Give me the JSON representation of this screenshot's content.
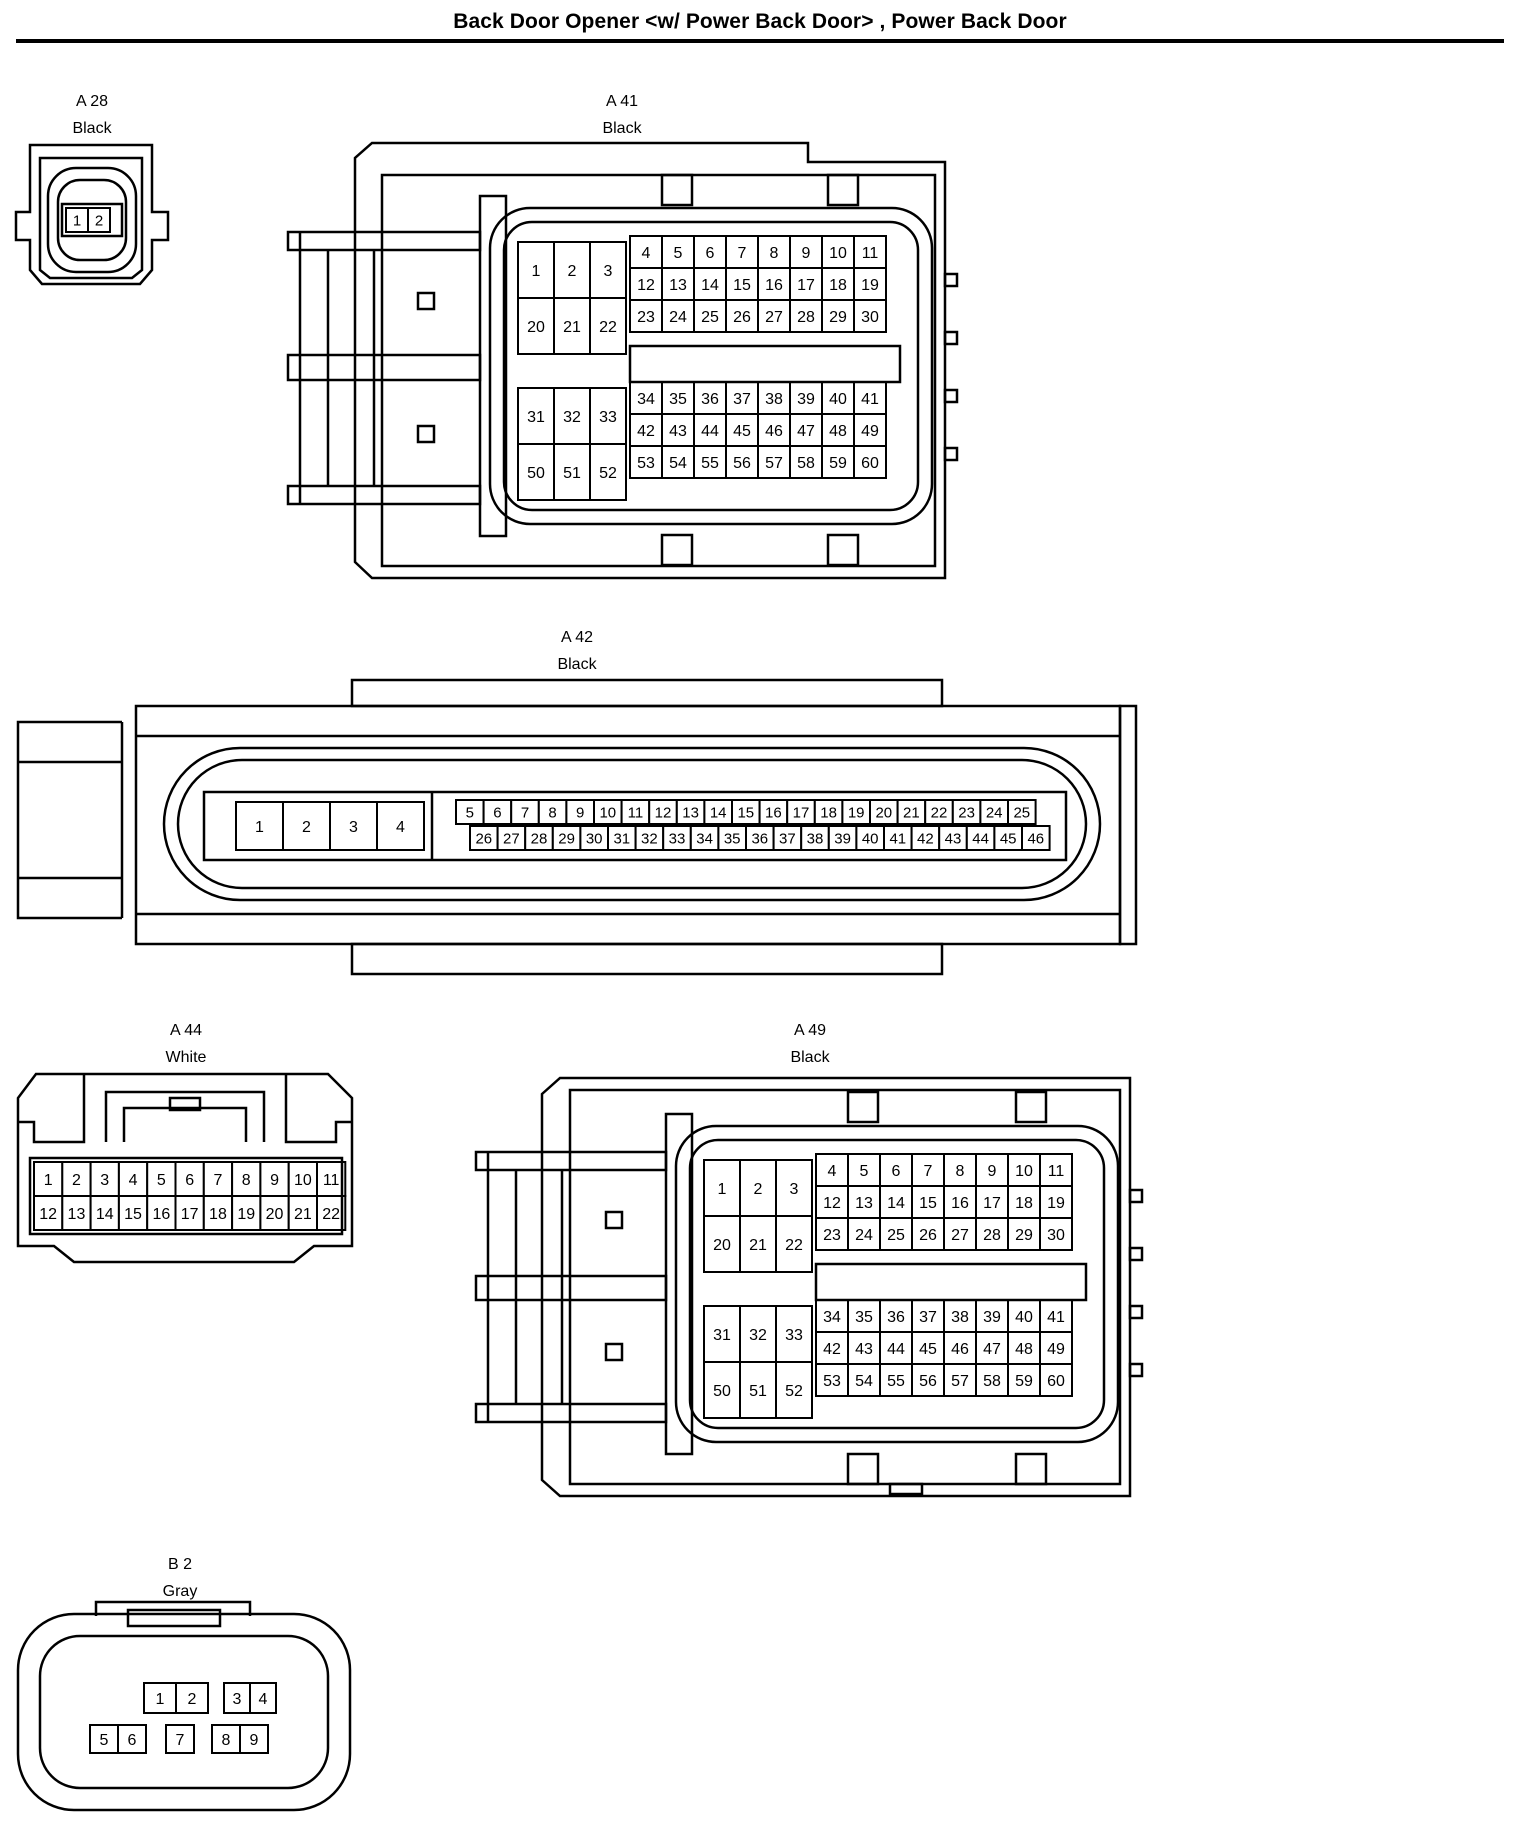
{
  "title": "Back Door Opener <w/ Power Back Door> , Power Back Door",
  "connectors": {
    "a28": {
      "code": "A 28",
      "color": "Black",
      "pins": [
        "1",
        "2"
      ]
    },
    "a41": {
      "code": "A 41",
      "color": "Black",
      "left_top": [
        [
          "1",
          "2",
          "3"
        ],
        [
          "20",
          "21",
          "22"
        ]
      ],
      "left_bottom": [
        [
          "31",
          "32",
          "33"
        ],
        [
          "50",
          "51",
          "52"
        ]
      ],
      "right_top": [
        [
          "4",
          "5",
          "6",
          "7",
          "8",
          "9",
          "10",
          "11"
        ],
        [
          "12",
          "13",
          "14",
          "15",
          "16",
          "17",
          "18",
          "19"
        ],
        [
          "23",
          "24",
          "25",
          "26",
          "27",
          "28",
          "29",
          "30"
        ]
      ],
      "right_bottom": [
        [
          "34",
          "35",
          "36",
          "37",
          "38",
          "39",
          "40",
          "41"
        ],
        [
          "42",
          "43",
          "44",
          "45",
          "46",
          "47",
          "48",
          "49"
        ],
        [
          "53",
          "54",
          "55",
          "56",
          "57",
          "58",
          "59",
          "60"
        ]
      ]
    },
    "a42": {
      "code": "A 42",
      "color": "Black",
      "big": [
        "1",
        "2",
        "3",
        "4"
      ],
      "row1": [
        "5",
        "6",
        "7",
        "8",
        "9",
        "10",
        "11",
        "12",
        "13",
        "14",
        "15",
        "16",
        "17",
        "18",
        "19",
        "20",
        "21",
        "22",
        "23",
        "24",
        "25"
      ],
      "row2": [
        "26",
        "27",
        "28",
        "29",
        "30",
        "31",
        "32",
        "33",
        "34",
        "35",
        "36",
        "37",
        "38",
        "39",
        "40",
        "41",
        "42",
        "43",
        "44",
        "45",
        "46"
      ]
    },
    "a44": {
      "code": "A 44",
      "color": "White",
      "row1": [
        "1",
        "2",
        "3",
        "4",
        "5",
        "6",
        "7",
        "8",
        "9",
        "10",
        "11"
      ],
      "row2": [
        "12",
        "13",
        "14",
        "15",
        "16",
        "17",
        "18",
        "19",
        "20",
        "21",
        "22"
      ]
    },
    "a49": {
      "code": "A 49",
      "color": "Black",
      "left_top": [
        [
          "1",
          "2",
          "3"
        ],
        [
          "20",
          "21",
          "22"
        ]
      ],
      "left_bottom": [
        [
          "31",
          "32",
          "33"
        ],
        [
          "50",
          "51",
          "52"
        ]
      ],
      "right_top": [
        [
          "4",
          "5",
          "6",
          "7",
          "8",
          "9",
          "10",
          "11"
        ],
        [
          "12",
          "13",
          "14",
          "15",
          "16",
          "17",
          "18",
          "19"
        ],
        [
          "23",
          "24",
          "25",
          "26",
          "27",
          "28",
          "29",
          "30"
        ]
      ],
      "right_bottom": [
        [
          "34",
          "35",
          "36",
          "37",
          "38",
          "39",
          "40",
          "41"
        ],
        [
          "42",
          "43",
          "44",
          "45",
          "46",
          "47",
          "48",
          "49"
        ],
        [
          "53",
          "54",
          "55",
          "56",
          "57",
          "58",
          "59",
          "60"
        ]
      ]
    },
    "b2": {
      "code": "B 2",
      "color": "Gray",
      "top": [
        "1",
        "2",
        "3",
        "4"
      ],
      "bottom": [
        "5",
        "6",
        "7",
        "8",
        "9"
      ]
    }
  }
}
